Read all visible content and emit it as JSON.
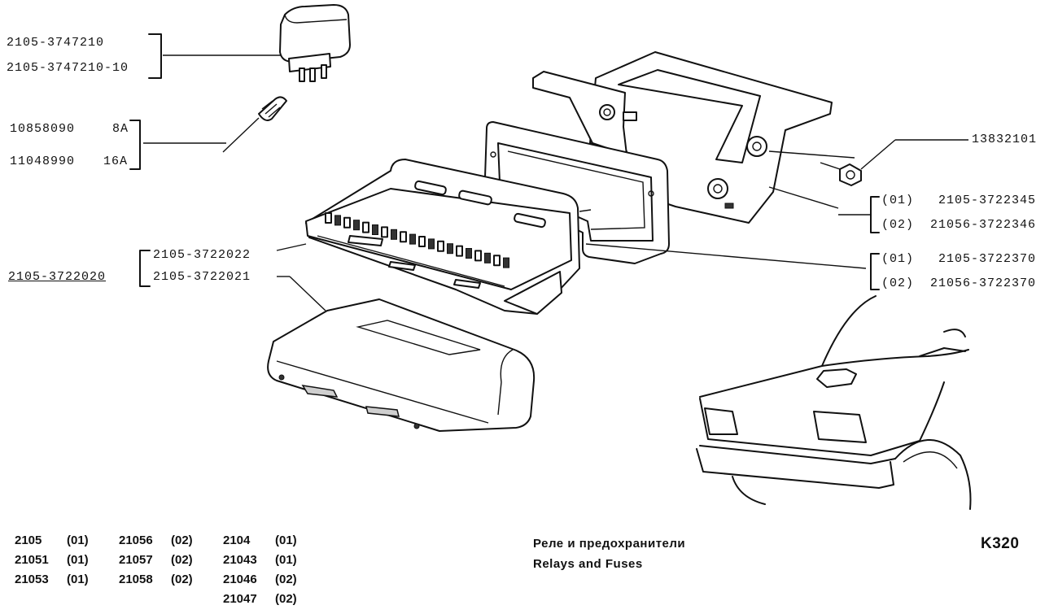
{
  "relay": {
    "parts": [
      "2105-3747210",
      "2105-3747210-10"
    ]
  },
  "fuses": {
    "parts": [
      {
        "number": "10858090",
        "rating": "8A"
      },
      {
        "number": "11048990",
        "rating": "16A"
      }
    ]
  },
  "nut": {
    "part": "13832101"
  },
  "bracket": {
    "parts": [
      "(01)   2105-3722345",
      "(02)  21056-3722346"
    ]
  },
  "gasket": {
    "parts": [
      "(01)   2105-3722370",
      "(02)  21056-3722370"
    ]
  },
  "fusebox": {
    "assembly": "2105-3722020",
    "parts": [
      "2105-3722022",
      "2105-3722021"
    ]
  },
  "applicability": [
    [
      {
        "model": "2105",
        "variant": "(01)"
      },
      {
        "model": "21056",
        "variant": "(02)"
      },
      {
        "model": "2104",
        "variant": "(01)"
      }
    ],
    [
      {
        "model": "21051",
        "variant": "(01)"
      },
      {
        "model": "21057",
        "variant": "(02)"
      },
      {
        "model": "21043",
        "variant": "(01)"
      }
    ],
    [
      {
        "model": "21053",
        "variant": "(01)"
      },
      {
        "model": "21058",
        "variant": "(02)"
      },
      {
        "model": "21046",
        "variant": "(02)"
      }
    ],
    [
      {
        "model": "",
        "variant": ""
      },
      {
        "model": "",
        "variant": ""
      },
      {
        "model": "21047",
        "variant": "(02)"
      }
    ]
  ],
  "caption": {
    "ru": "Реле и предохранители",
    "en": "Relays and Fuses"
  },
  "page_code": "K320"
}
